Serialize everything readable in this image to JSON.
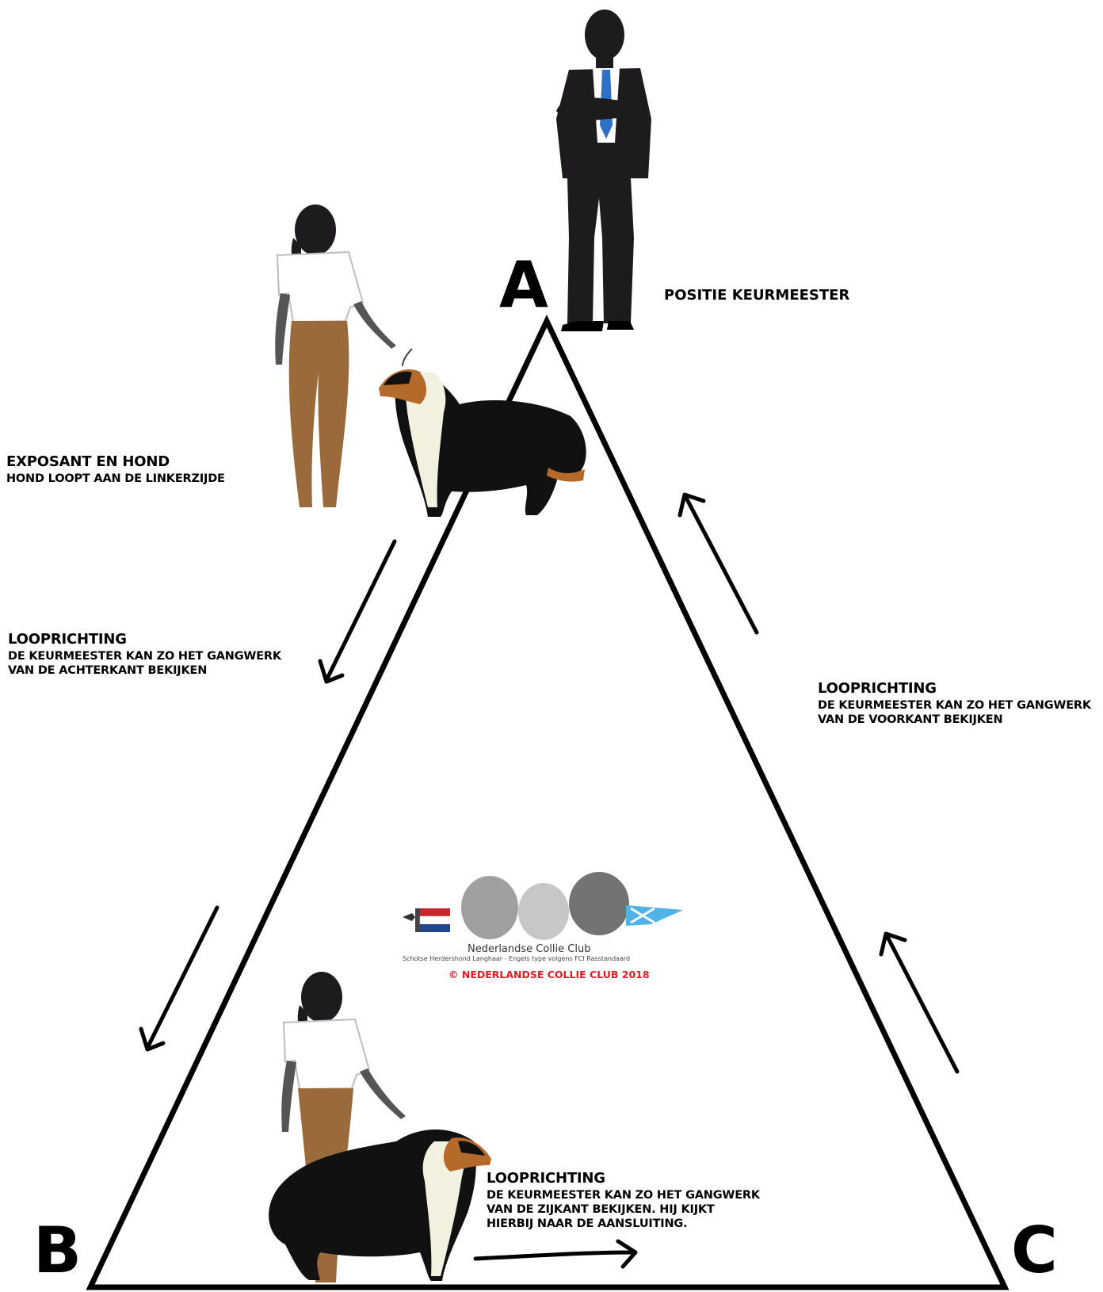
{
  "corners": {
    "a": "A",
    "b": "B",
    "c": "C"
  },
  "judge": {
    "label": "POSITIE KEURMEESTER"
  },
  "exhibitor": {
    "title": "EXPOSANT EN HOND",
    "subtitle": "HOND LOOPT AAN DE LINKERZIJDE"
  },
  "direction_back": {
    "title": "LOOPRICHTING",
    "line1": "DE KEURMEESTER KAN ZO HET GANGWERK",
    "line2": "VAN DE ACHTERKANT BEKIJKEN"
  },
  "direction_front": {
    "title": "LOOPRICHTING",
    "line1": "DE KEURMEESTER KAN ZO HET GANGWERK",
    "line2": "VAN DE VOORKANT BEKIJKEN"
  },
  "direction_side": {
    "title": "LOOPRICHTING",
    "line1": "DE KEURMEESTER KAN ZO HET GANGWERK",
    "line2": "VAN DE ZIJKANT  BEKIJKEN. HIJ KIJKT",
    "line3": "HIERBIJ NAAR DE AANSLUITING."
  },
  "logo": {
    "name": "Nederlandse Collie Club",
    "subtitle": "Schotse Herdershond Langhaar - Engels type volgens FCI Rasstandaard",
    "copyright": "© NEDERLANDSE COLLIE CLUB 2018"
  },
  "colors": {
    "line": "#000000",
    "silhouette": "#1d1b1e",
    "tie": "#2f6fc6",
    "pants": "#9a6a3a",
    "copyright": "#e31b23",
    "flag_red": "#c8262c",
    "flag_blue": "#21468b",
    "scotland_blue": "#4fb3e8"
  },
  "icons": [
    "judge-silhouette",
    "handler-silhouette",
    "collie-silhouette",
    "arrow-icon",
    "club-logo"
  ]
}
